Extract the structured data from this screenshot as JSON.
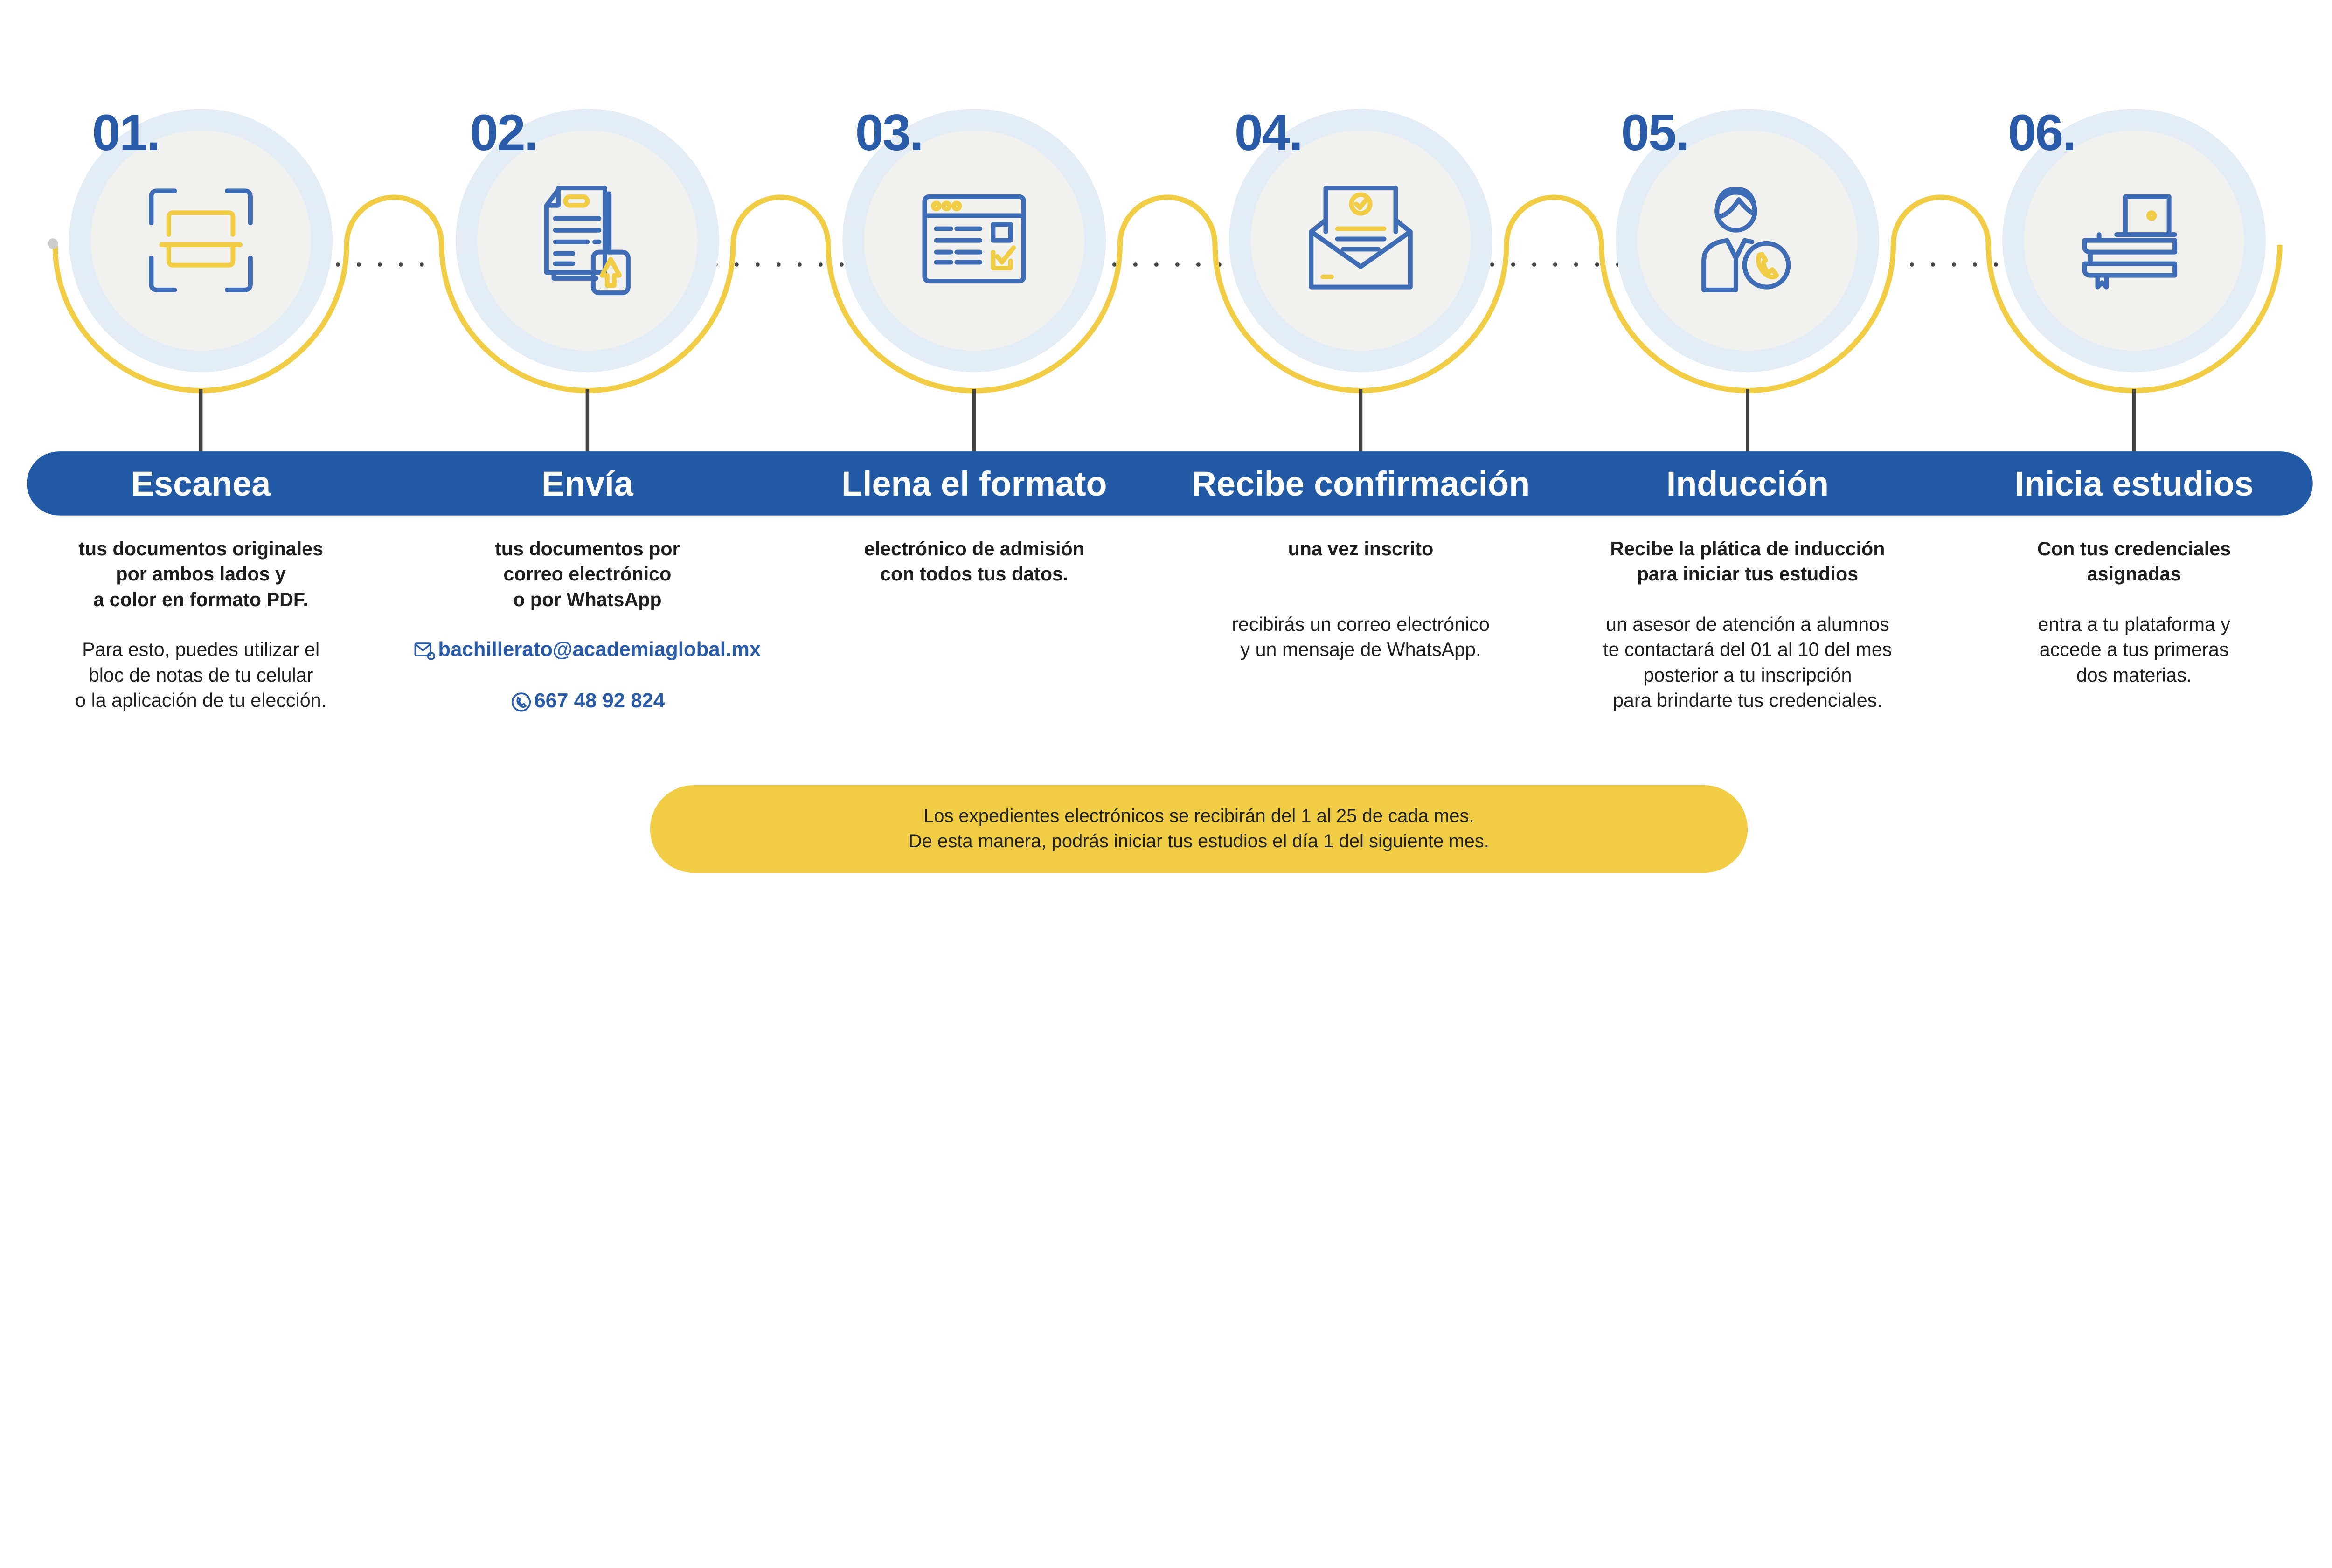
{
  "colors": {
    "primary_blue": "#235AA5",
    "number_blue": "#2A5BA8",
    "icon_blue": "#3E6DB5",
    "yellow": "#F0CD45",
    "circle_outer": "#E4ECF6",
    "circle_inner": "#F1F1EF",
    "stem": "#444444"
  },
  "steps": [
    {
      "number": "01.",
      "title": "Escanea",
      "icon": "scan-icon",
      "lead": "tus documentos originales\npor ambos lados y\na color  en formato PDF.",
      "detail": "Para esto, puedes utilizar el\nbloc de notas de tu celular\no la aplicación de tu elección."
    },
    {
      "number": "02.",
      "title": "Envía",
      "icon": "document-upload-icon",
      "lead": "tus documentos por\ncorreo electrónico\no por WhatsApp",
      "email": "bachillerato@academiaglobal.mx",
      "phone": "667 48 92 824"
    },
    {
      "number": "03.",
      "title": "Llena el formato",
      "icon": "form-window-icon",
      "lead": "electrónico de admisión\ncon todos tus datos."
    },
    {
      "number": "04.",
      "title": "Recibe confirmación",
      "icon": "envelope-check-icon",
      "lead": "una vez inscrito",
      "detail": "recibirás un correo electrónico\ny un mensaje de WhatsApp."
    },
    {
      "number": "05.",
      "title": "Inducción",
      "icon": "advisor-phone-icon",
      "lead": "Recibe la plática de inducción\npara iniciar tus estudios",
      "detail": "un asesor de atención a alumnos\nte contactará del 01 al 10 del mes\nposterior a tu inscripción\npara brindarte tus credenciales."
    },
    {
      "number": "06.",
      "title": "Inicia estudios",
      "icon": "books-laptop-icon",
      "lead": "Con tus credenciales\nasignadas",
      "detail": "entra a tu plataforma y\naccede a tus primeras\ndos materias."
    }
  ],
  "note": "Los expedientes electrónicos se recibirán del 1 al 25 de cada mes.\nDe esta manera, podrás iniciar tus estudios el día 1 del siguiente mes."
}
